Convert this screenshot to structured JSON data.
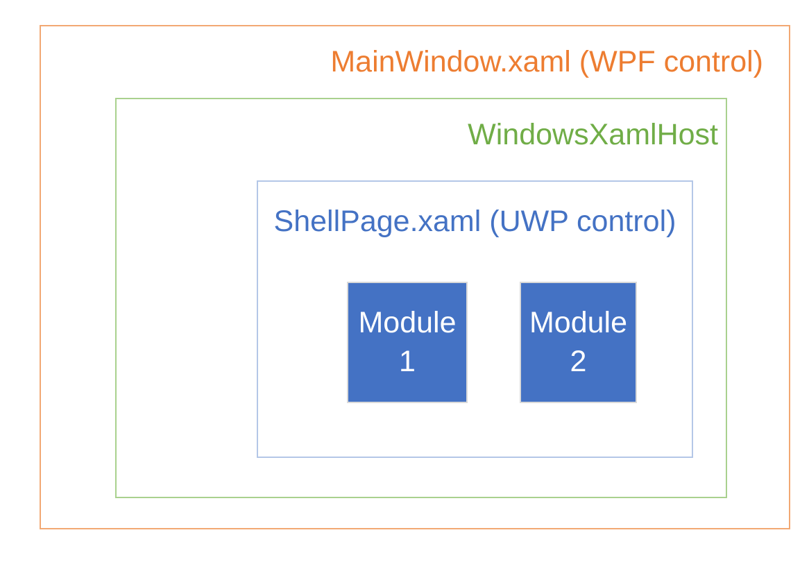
{
  "diagram": {
    "outer": {
      "label": "MainWindow.xaml (WPF control)"
    },
    "host": {
      "label": "WindowsXamlHost"
    },
    "page": {
      "label": "ShellPage.xaml (UWP control)"
    },
    "modules": [
      {
        "line1": "Module",
        "line2": "1"
      },
      {
        "line1": "Module",
        "line2": "2"
      }
    ],
    "colors": {
      "background": "#FFFFFF",
      "outer_text": "#ED7D31",
      "outer_border": "#F2A873",
      "host_text": "#70AD47",
      "host_border": "#A9D18E",
      "page_text": "#4472C4",
      "page_border": "#B4C7E7",
      "module_fill": "#4472C4",
      "module_border": "#D9D9D9",
      "module_text": "#FFFFFF"
    }
  }
}
